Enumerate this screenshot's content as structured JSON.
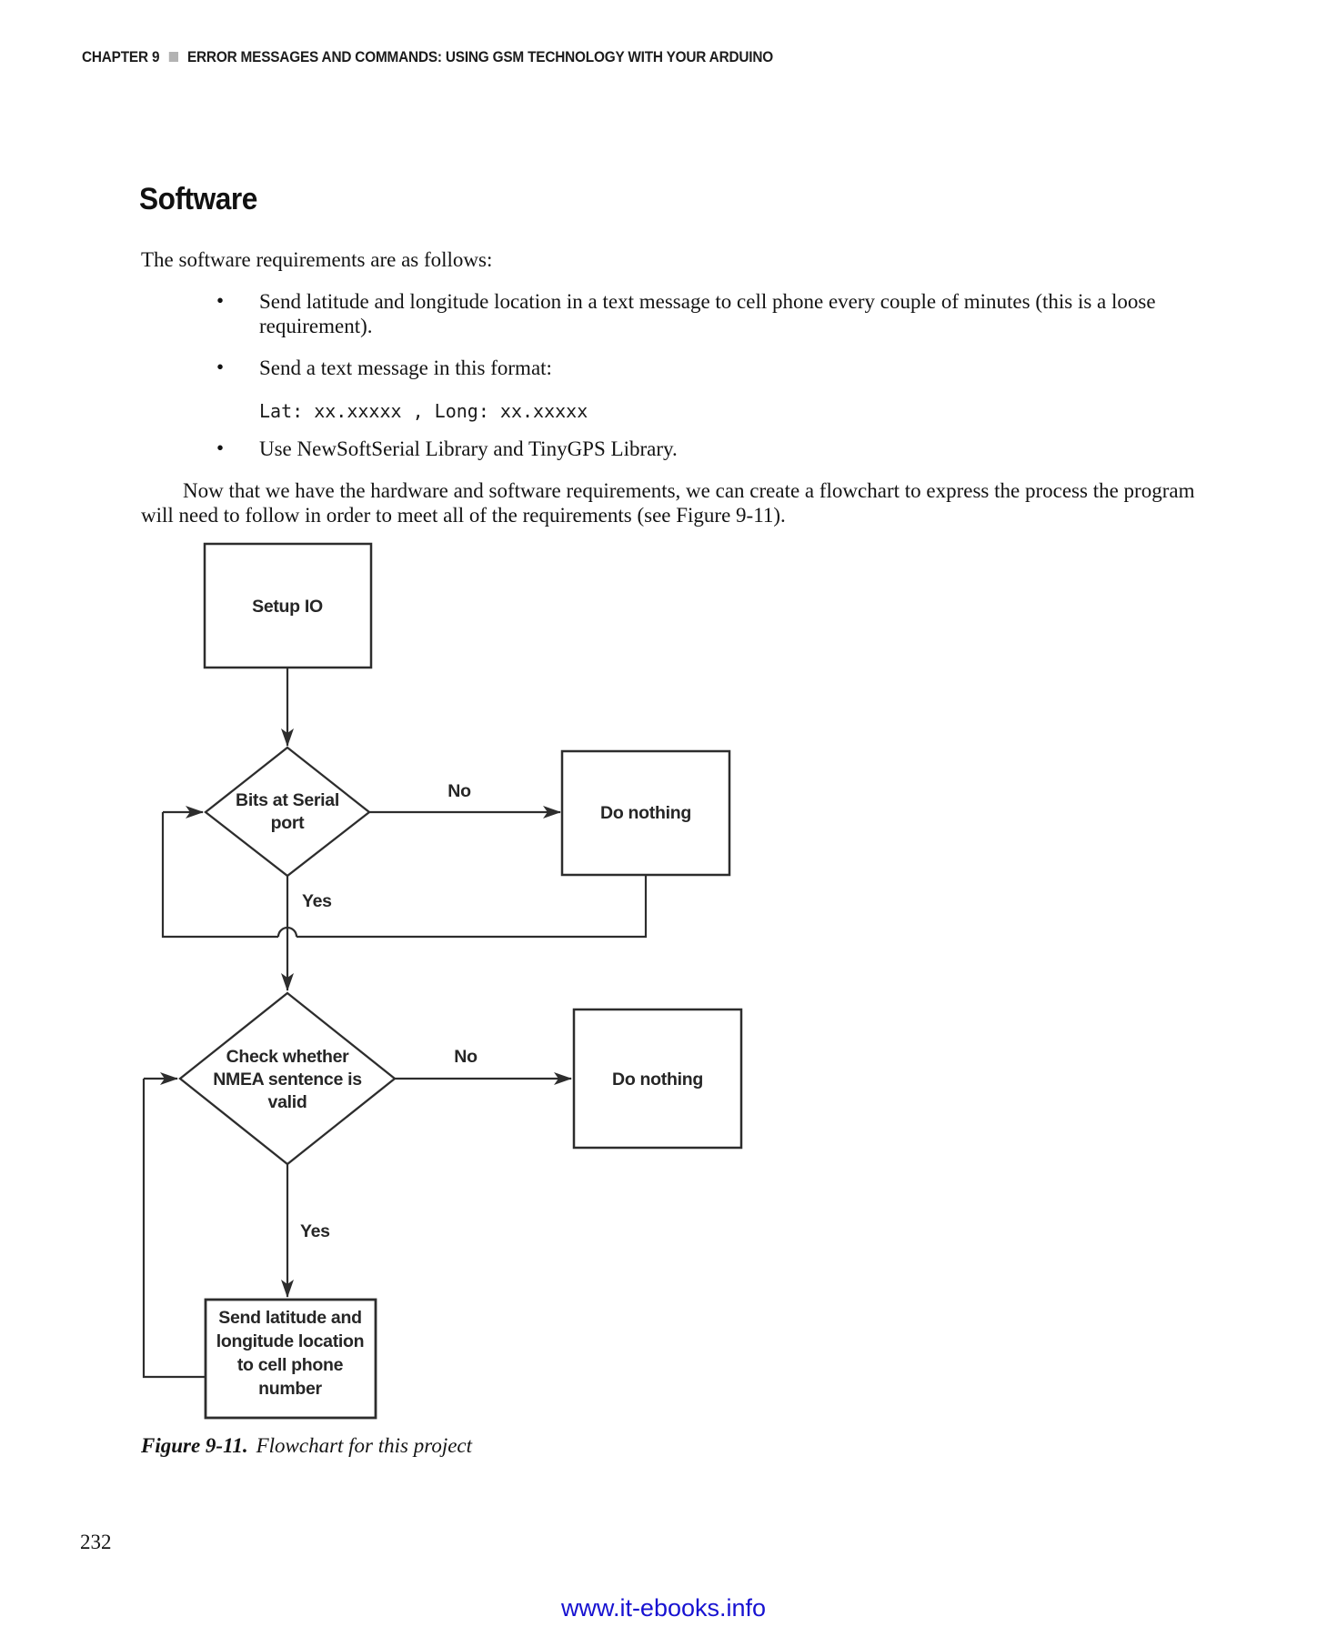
{
  "header": {
    "chapter": "CHAPTER 9",
    "title": "ERROR MESSAGES AND COMMANDS: USING GSM TECHNOLOGY WITH YOUR ARDUINO"
  },
  "content": {
    "section_title": "Software",
    "intro": "The software requirements are as follows:",
    "bullet_glyph": "•",
    "bullets": [
      {
        "text": "Send latitude and longitude location in a text message to cell phone every couple of minutes (this is a loose requirement)."
      },
      {
        "text": "Send a text message in this format:"
      },
      {
        "text": "Use NewSoftSerial Library and TinyGPS Library."
      }
    ],
    "code_snippet": "Lat: xx.xxxxx , Long: xx.xxxxx",
    "paragraph": "Now that we have the hardware and software requirements, we can create a flowchart to express the process the program will need to follow in order to meet all of the requirements (see Figure 9-11).",
    "figure_caption_label": "Figure 9-11.",
    "figure_caption_text": "Flowchart for this project"
  },
  "flowchart": {
    "nodes": {
      "setup": "Setup IO",
      "decision1_line1": "Bits at Serial",
      "decision1_line2": "port",
      "do_nothing1": "Do nothing",
      "decision2_line1": "Check whether",
      "decision2_line2": "NMEA sentence is",
      "decision2_line3": "valid",
      "do_nothing2": "Do nothing",
      "send_line1": "Send latitude and",
      "send_line2": "longitude location",
      "send_line3": "to cell phone",
      "send_line4": "number"
    },
    "labels": {
      "no1": "No",
      "yes1": "Yes",
      "no2": "No",
      "yes2": "Yes"
    }
  },
  "footer": {
    "page_number": "232",
    "link": "www.it-ebooks.info"
  },
  "colors": {
    "flow_line": "#2d2d2d",
    "body_text": "#141414",
    "link_blue": "#1712d1",
    "header_square_gray": "#b3b3b3"
  }
}
